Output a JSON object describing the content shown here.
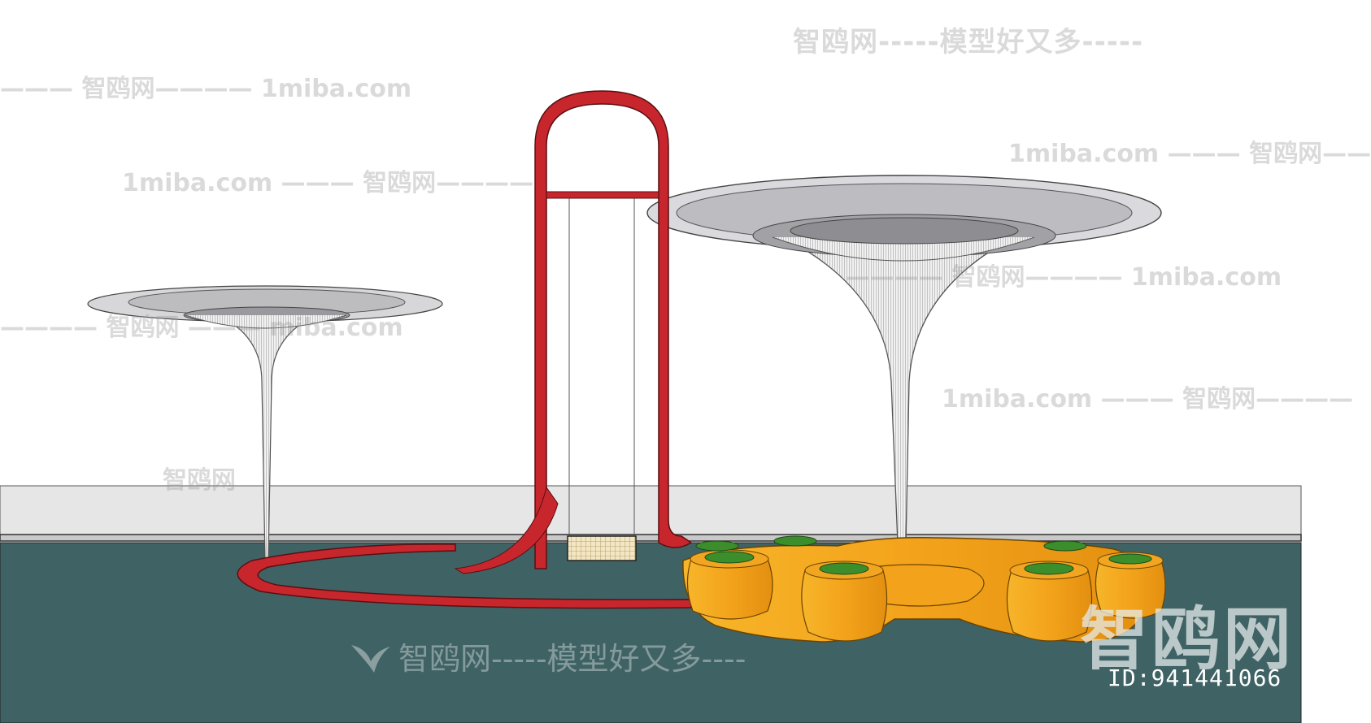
{
  "watermarks": {
    "top_right": "智鸥网-----模型好又多-----",
    "top_left": "——— 智鸥网———— 1miba.com",
    "left_mid": "1miba.com ——— 智鸥网————",
    "right_top": "1miba.com ——— 智鸥网——",
    "right_mid": "———— 智鸥网———— 1miba.com",
    "left_low": "———— 智鸥网 ——— miba.com",
    "right_low": "1miba.com ——— 智鸥网————",
    "left_bottom": "智鸥网",
    "bottom_center": "智鸥网-----模型好又多----"
  },
  "corner_logo": "智鸥网",
  "model_id": "ID:941441066",
  "colors": {
    "ground": "#3f6265",
    "slide_red": "#c8262d",
    "seat_orange": "#f2a520",
    "seat_green": "#3c8d2b",
    "canopy_gray": "#c9c9cc",
    "wall": "#e6e6e6"
  }
}
